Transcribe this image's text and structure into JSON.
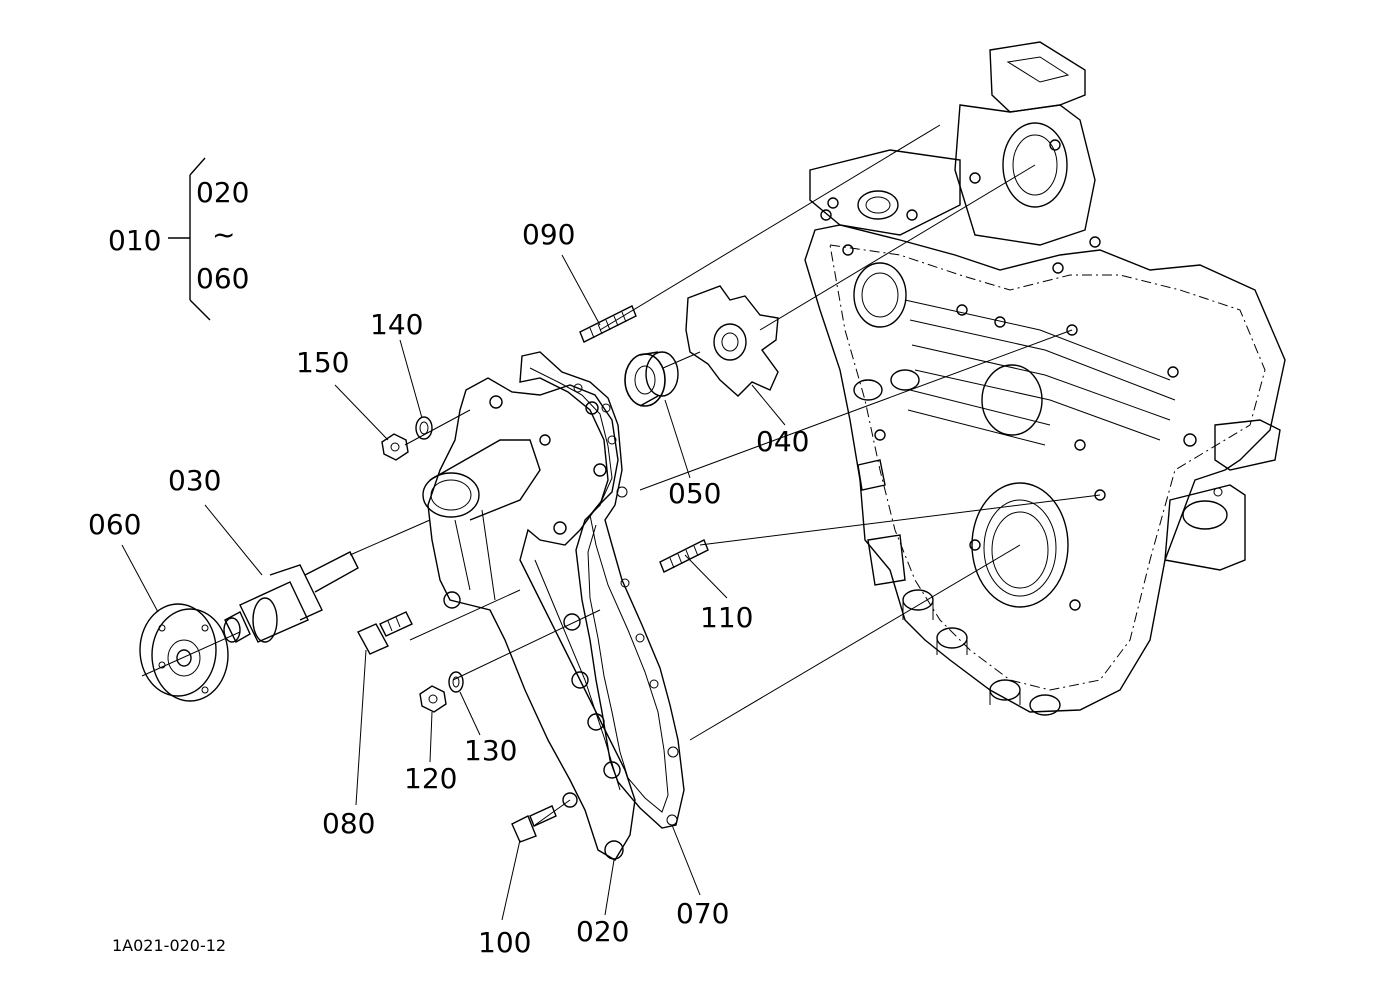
{
  "diagram": {
    "reference_code": "1A021-020-12",
    "group_bracket": {
      "label": "010",
      "from": "020",
      "tilde": "~",
      "to": "060"
    },
    "callouts": [
      {
        "id": "090",
        "label": "090"
      },
      {
        "id": "140",
        "label": "140"
      },
      {
        "id": "150",
        "label": "150"
      },
      {
        "id": "030",
        "label": "030"
      },
      {
        "id": "060",
        "label": "060"
      },
      {
        "id": "050",
        "label": "050"
      },
      {
        "id": "040",
        "label": "040"
      },
      {
        "id": "110",
        "label": "110"
      },
      {
        "id": "080",
        "label": "080"
      },
      {
        "id": "130",
        "label": "130"
      },
      {
        "id": "120",
        "label": "120"
      },
      {
        "id": "100",
        "label": "100"
      },
      {
        "id": "020",
        "label": "020"
      },
      {
        "id": "070",
        "label": "070"
      }
    ]
  }
}
